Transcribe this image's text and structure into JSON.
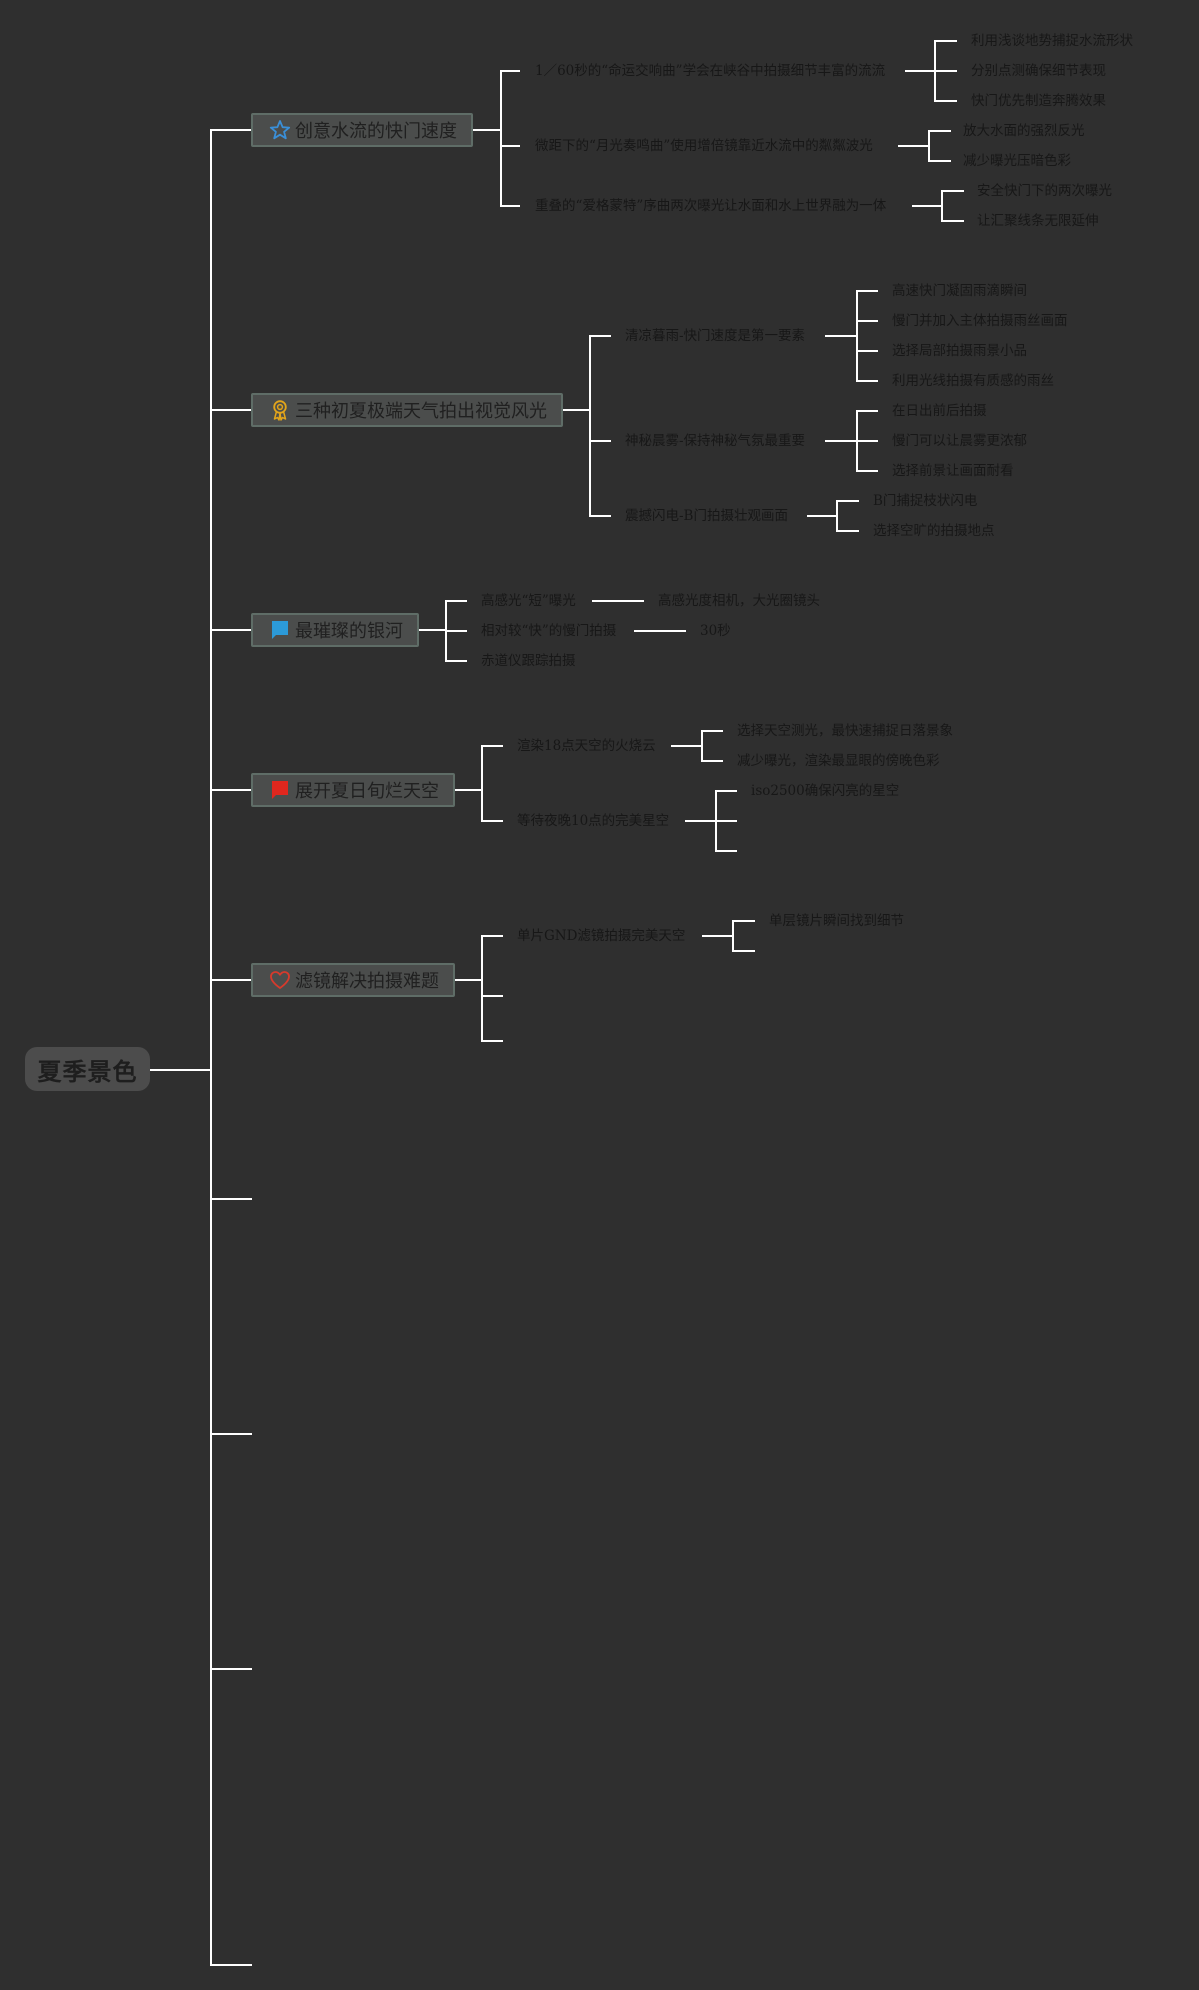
{
  "root": {
    "title": "夏季景色"
  },
  "branches": [
    {
      "title": "创意水流的快门速度",
      "icon": "star-icon",
      "icon_color": "#3a8fd8",
      "topics": [
        {
          "text": "1／60秒的“命运交响曲”学会在峡谷中拍摄细节丰富的流流",
          "details": [
            "利用浅谈地势捕捉水流形状",
            "分别点测确保细节表现",
            "快门优先制造奔腾效果"
          ]
        },
        {
          "text": "微距下的“月光奏鸣曲”使用增倍镜靠近水流中的粼粼波光",
          "details": [
            "放大水面的强烈反光",
            "减少曝光压暗色彩"
          ]
        },
        {
          "text": "重叠的“爱格蒙特”序曲两次曝光让水面和水上世界融为一体",
          "details": [
            "安全快门下的两次曝光",
            "让汇聚线条无限延伸"
          ]
        }
      ]
    },
    {
      "title": "三种初夏极端天气拍出视觉风光",
      "icon": "award-medal-icon",
      "icon_color": "#e3a51a",
      "topics": [
        {
          "text": "清凉暮雨-快门速度是第一要素",
          "details": [
            "高速快门凝固雨滴瞬间",
            "慢门并加入主体拍摄雨丝画面",
            "选择局部拍摄雨景小品",
            "利用光线拍摄有质感的雨丝"
          ]
        },
        {
          "text": "神秘晨雾-保持神秘气氛最重要",
          "details": [
            "在日出前后拍摄",
            "慢门可以让晨雾更浓郁",
            "选择前景让画面耐看"
          ]
        },
        {
          "text": "震撼闪电-B门拍摄壮观画面",
          "details": [
            "B门捕捉枝状闪电",
            "选择空旷的拍摄地点"
          ]
        }
      ]
    },
    {
      "title": "最璀璨的银河",
      "icon": "blue-flag-icon",
      "icon_color": "#2c9ad8",
      "topics": [
        {
          "text": "高感光“短”曝光",
          "details": [
            "高感光度相机，大光圈镜头"
          ]
        },
        {
          "text": "相对较“快”的慢门拍摄",
          "details": [
            "30秒"
          ]
        },
        {
          "text": "赤道仪跟踪拍摄",
          "details": []
        }
      ]
    },
    {
      "title": "展开夏日旬烂天空",
      "icon": "red-flag-icon",
      "icon_color": "#e0271e",
      "topics": [
        {
          "text": "渲染18点天空的火烧云",
          "details": [
            "选择天空测光，最快速捕捉日落景象",
            "减少曝光，渲染最显眼的傍晚色彩"
          ]
        },
        {
          "text": "等待夜晚10点的完美星空",
          "details": [
            "iso2500确保闪亮的星空",
            "",
            ""
          ]
        }
      ]
    },
    {
      "title": "滤镜解决拍摄难题",
      "icon": "heart-icon",
      "icon_color": "#d63a2c",
      "topics": [
        {
          "text": "单片GND滤镜拍摄完美天空",
          "details": [
            "单层镜片瞬间找到细节",
            ""
          ]
        },
        {
          "text": "",
          "details": []
        },
        {
          "text": "",
          "details": []
        }
      ]
    }
  ]
}
